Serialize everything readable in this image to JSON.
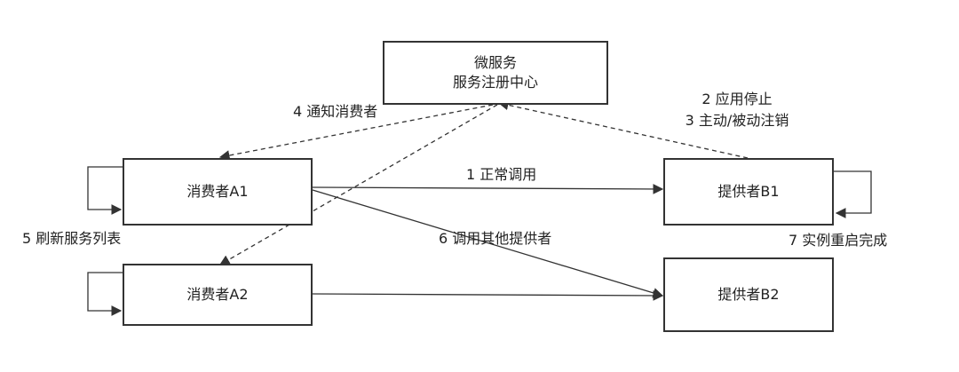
{
  "registry": {
    "line1": "微服务",
    "line2": "服务注册中心"
  },
  "consumers": {
    "a1": "消费者A1",
    "a2": "消费者A2"
  },
  "providers": {
    "b1": "提供者B1",
    "b2": "提供者B2"
  },
  "steps": {
    "normal_call": "1 正常调用",
    "stop_app": "2 应用停止",
    "deregister": "3 主动/被动注销",
    "notify": "4 通知消费者",
    "refresh": "5 刷新服务列表",
    "call_other": "6 调用其他提供者",
    "restart": "7 实例重启完成"
  },
  "colors": {
    "stroke": "#333333",
    "text": "#222222"
  }
}
